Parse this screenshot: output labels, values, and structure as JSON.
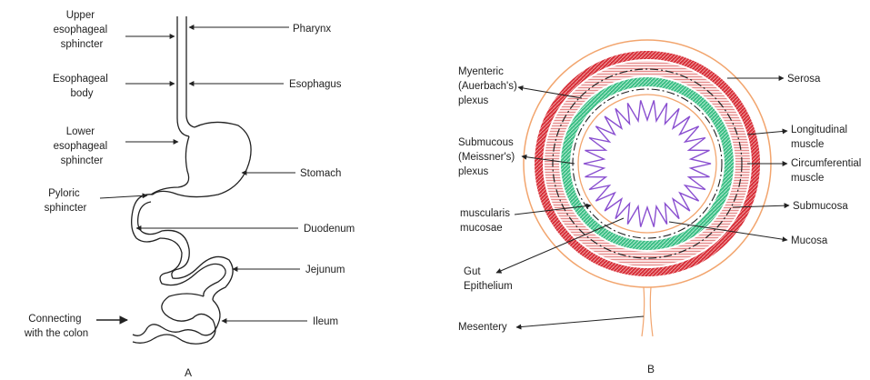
{
  "panel_a": {
    "letter": "A",
    "labels": {
      "upper_sphincter": [
        "Upper",
        "esophageal",
        "sphincter"
      ],
      "esophageal_body": [
        "Esophageal",
        "body"
      ],
      "lower_sphincter": [
        "Lower",
        "esophageal",
        "sphincter"
      ],
      "pyloric": [
        "Pyloric",
        "sphincter"
      ],
      "connecting": [
        "Connecting",
        "with the colon"
      ],
      "pharynx": "Pharynx",
      "esophagus": "Esophagus",
      "stomach": "Stomach",
      "duodenum": "Duodenum",
      "jejunum": "Jejunum",
      "ileum": "Ileum"
    }
  },
  "panel_b": {
    "letter": "B",
    "labels": {
      "myenteric": [
        "Myenteric",
        "(Auerbach's)",
        "plexus"
      ],
      "submucous": [
        "Submucous",
        "(Meissner's)",
        "plexus"
      ],
      "muscularis_mucosae": [
        "muscularis",
        "mucosae"
      ],
      "gut_epithelium": [
        "Gut",
        "Epithelium"
      ],
      "mesentery": "Mesentery",
      "serosa": "Serosa",
      "longitudinal": [
        "Longitudinal",
        "muscle"
      ],
      "circumferential": [
        "Circumferential",
        "muscle"
      ],
      "submucosa": "Submucosa",
      "mucosa": "Mucosa"
    },
    "colors": {
      "serosa": "#f2a56e",
      "muscle_red": "#d8303a",
      "muscle_stripe": "#e58a8a",
      "submucosa_green": "#3cbf86",
      "mucosa_orange": "#f2a56e",
      "epithelium_purple": "#8a4fd0"
    }
  }
}
